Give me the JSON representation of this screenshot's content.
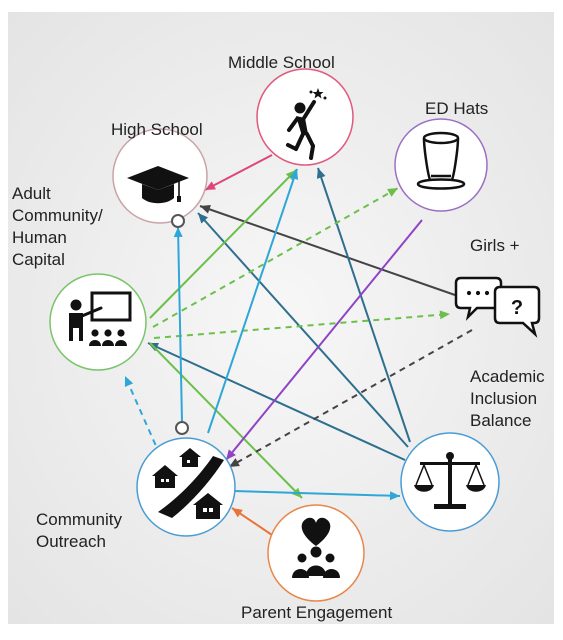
{
  "diagram": {
    "nodes": [
      {
        "id": "middle",
        "label": "Middle School",
        "color": "#e05a7e",
        "icon": "climber-icon"
      },
      {
        "id": "ed",
        "label": "ED Hats",
        "color": "#9b6fc4",
        "icon": "top-hat-icon"
      },
      {
        "id": "high",
        "label": "High School",
        "color": "#c9a3a8",
        "icon": "graduation-cap-icon"
      },
      {
        "id": "adult",
        "label_lines": [
          "Adult",
          "Community/",
          "Human",
          "Capital"
        ],
        "color": "#7bc46c",
        "icon": "teacher-icon"
      },
      {
        "id": "girls",
        "label": "Girls +",
        "color": null,
        "icon": "speech-bubbles-icon"
      },
      {
        "id": "academic",
        "label_lines": [
          "Academic",
          "Inclusion",
          "Balance"
        ],
        "color": "#4a9cd4",
        "icon": "scales-icon"
      },
      {
        "id": "community",
        "label_lines": [
          "Community",
          "Outreach"
        ],
        "color": "#4a9cd4",
        "icon": "houses-road-icon"
      },
      {
        "id": "parent",
        "label": "Parent Engagement",
        "color": "#e8884a",
        "icon": "heart-family-icon"
      }
    ],
    "edges": [
      {
        "from": "middle",
        "to": "high",
        "color": "#e0457a",
        "style": "solid"
      },
      {
        "from": "girls",
        "to": "high",
        "color": "#444444",
        "style": "solid"
      },
      {
        "from": "academic",
        "to": "high",
        "color": "#2e6f8e",
        "style": "solid"
      },
      {
        "from": "academic",
        "to": "middle",
        "color": "#2e6f8e",
        "style": "solid"
      },
      {
        "from": "academic",
        "to": "adult",
        "color": "#2e6f8e",
        "style": "solid"
      },
      {
        "from": "adult",
        "to": "middle",
        "color": "#6cc04a",
        "style": "solid"
      },
      {
        "from": "adult",
        "to": "ed",
        "color": "#6cc04a",
        "style": "dashed"
      },
      {
        "from": "adult",
        "to": "girls",
        "color": "#6cc04a",
        "style": "dashed"
      },
      {
        "from": "adult",
        "to": "parent",
        "color": "#6cc04a",
        "style": "solid"
      },
      {
        "from": "ed",
        "to": "community",
        "color": "#8e44c4",
        "style": "solid"
      },
      {
        "from": "girls",
        "to": "community",
        "color": "#444444",
        "style": "dashed"
      },
      {
        "from": "community",
        "to": "middle",
        "color": "#2ea7d8",
        "style": "solid"
      },
      {
        "from": "community",
        "to": "academic",
        "color": "#2ea7d8",
        "style": "solid"
      },
      {
        "from": "community",
        "to": "adult",
        "color": "#2ea7d8",
        "style": "dashed"
      },
      {
        "from": "community",
        "to": "high",
        "color": "#2ea7d8",
        "style": "solid"
      },
      {
        "from": "parent",
        "to": "community",
        "color": "#e8743a",
        "style": "solid"
      }
    ]
  }
}
